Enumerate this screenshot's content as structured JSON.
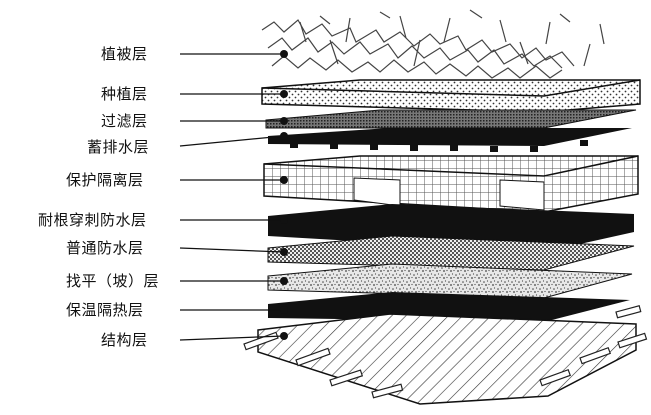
{
  "diagram": {
    "layers": [
      {
        "id": "vegetation",
        "label": "植被层"
      },
      {
        "id": "planting",
        "label": "种植层"
      },
      {
        "id": "filter",
        "label": "过滤层"
      },
      {
        "id": "drainage",
        "label": "蓄排水层"
      },
      {
        "id": "protection",
        "label": "保护隔离层"
      },
      {
        "id": "root-resistant",
        "label": "耐根穿刺防水层"
      },
      {
        "id": "waterproof",
        "label": "普通防水层"
      },
      {
        "id": "leveling",
        "label": "找平（坡）层"
      },
      {
        "id": "insulation",
        "label": "保温隔热层"
      },
      {
        "id": "structure",
        "label": "结构层"
      }
    ]
  }
}
